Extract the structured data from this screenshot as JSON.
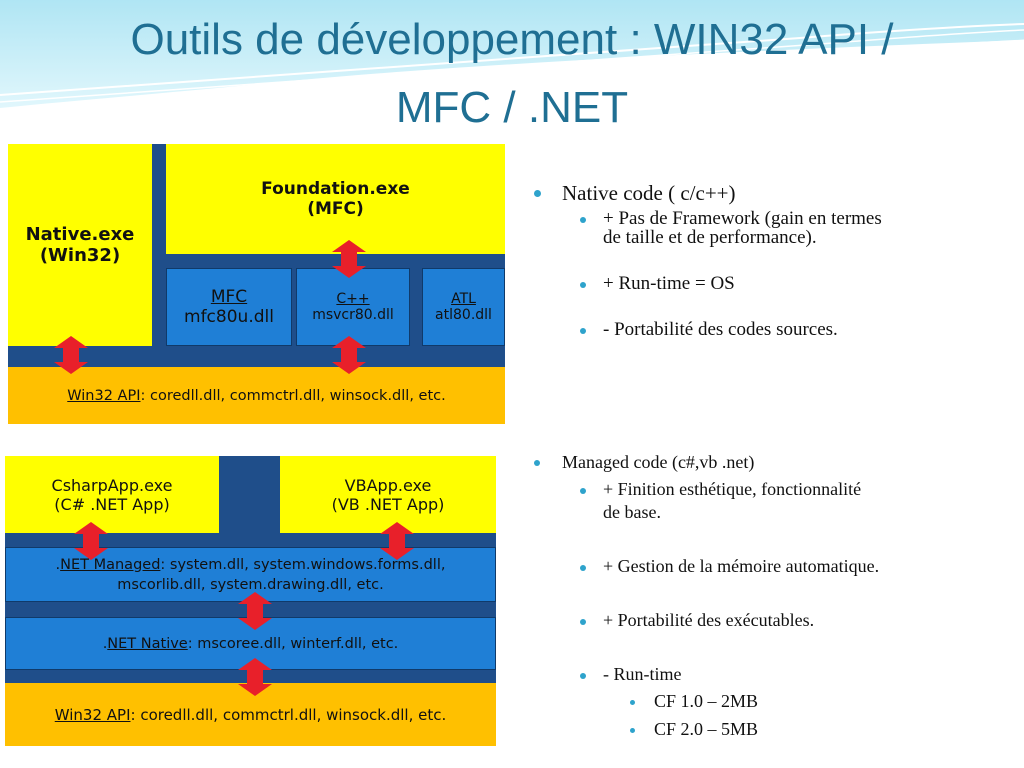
{
  "title": {
    "line1": "Outils de développement : WIN32 API /",
    "line2": "MFC / .NET"
  },
  "diagram_top": {
    "native_exe": [
      "Native.exe",
      "(Win32)"
    ],
    "foundation_exe": [
      "Foundation.exe",
      "(MFC)"
    ],
    "mfc": {
      "name": "MFC",
      "dll": "mfc80u.dll"
    },
    "cpp": {
      "name": "C++",
      "dll": "msvcr80.dll"
    },
    "atl": {
      "name": "ATL",
      "dll": "atl80.dll"
    },
    "win32_api_label": "Win32 API",
    "win32_api_rest": ": coredll.dll, commctrl.dll, winsock.dll, etc."
  },
  "diagram_bottom": {
    "csharp_app": [
      "CsharpApp.exe",
      "(C# .NET App)"
    ],
    "vb_app": [
      "VBApp.exe",
      "(VB .NET App)"
    ],
    "managed_prefix": ".",
    "managed_label": "NET Managed",
    "managed_rest": ": system.dll, system.windows.forms.dll,",
    "managed_line2": "mscorlib.dll, system.drawing.dll, etc.",
    "native_prefix": ".",
    "native_label": "NET Native",
    "native_rest": ": mscoree.dll, winterf.dll, etc.",
    "win32_api_label": "Win32 API",
    "win32_api_rest": ": coredll.dll, commctrl.dll, winsock.dll, etc."
  },
  "bullets_top": {
    "heading": "Native code ( c/c++)",
    "items": [
      {
        "line1": "+    Pas de Framework (gain en termes",
        "line2": "de taille et de performance)."
      },
      {
        "line1": "+   Run-time = OS"
      },
      {
        "line1": "-   Portabilité des codes sources."
      }
    ]
  },
  "bullets_bottom": {
    "heading": "Managed code (c#,vb .net)",
    "items": [
      {
        "line1": "+   Finition esthétique, fonctionnalité",
        "line2": "de base."
      },
      {
        "line1": "+   Gestion de la mémoire automatique."
      },
      {
        "line1": "+   Portabilité des exécutables."
      },
      {
        "line1": "-    Run-time"
      }
    ],
    "subitems": [
      "CF 1.0 – 2MB",
      "CF 2.0 – 5MB"
    ]
  },
  "colors": {
    "title": "#1f6f93",
    "yellow": "#ffff00",
    "navy": "#1f4e8a",
    "blue": "#1f7fd6",
    "orange": "#ffc000",
    "arrow": "#e8202a",
    "bullet": "#2ea3cc"
  }
}
